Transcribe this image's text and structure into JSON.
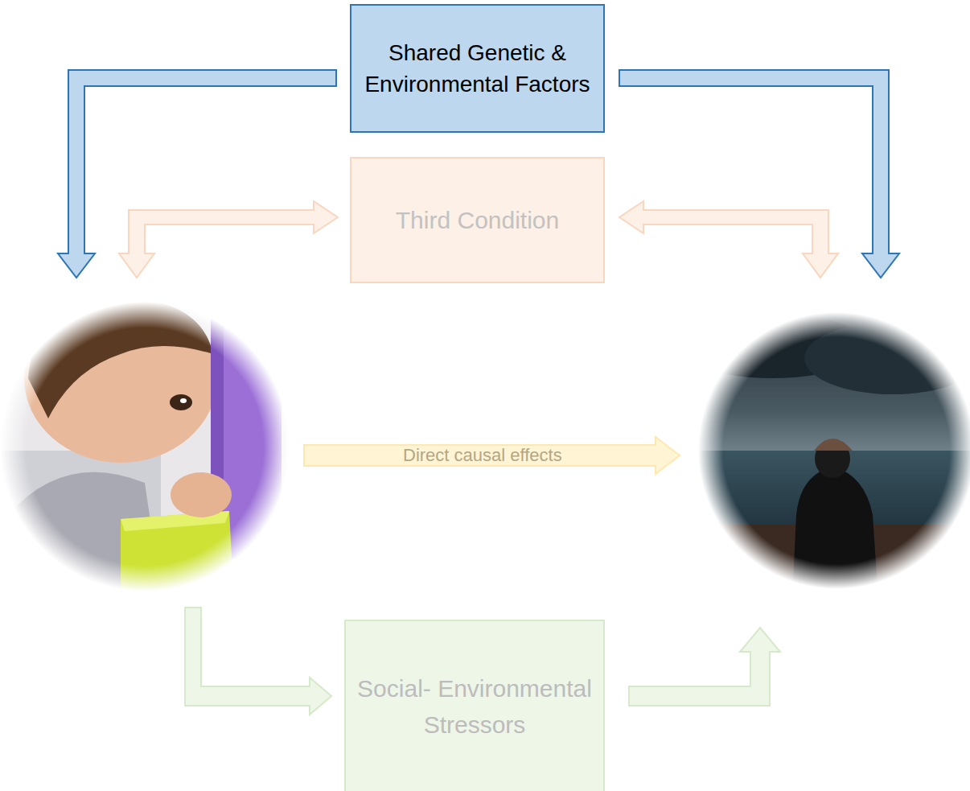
{
  "diagram": {
    "nodes": [
      {
        "text": [
          "Shared Genetic & Environmental Factors"
        ]
      },
      {
        "text": [
          "Third Condition"
        ]
      },
      {
        "text": [
          "Social- Environmental Stressors"
        ]
      }
    ],
    "labels": [
      "Direct causal effects"
    ]
  }
}
